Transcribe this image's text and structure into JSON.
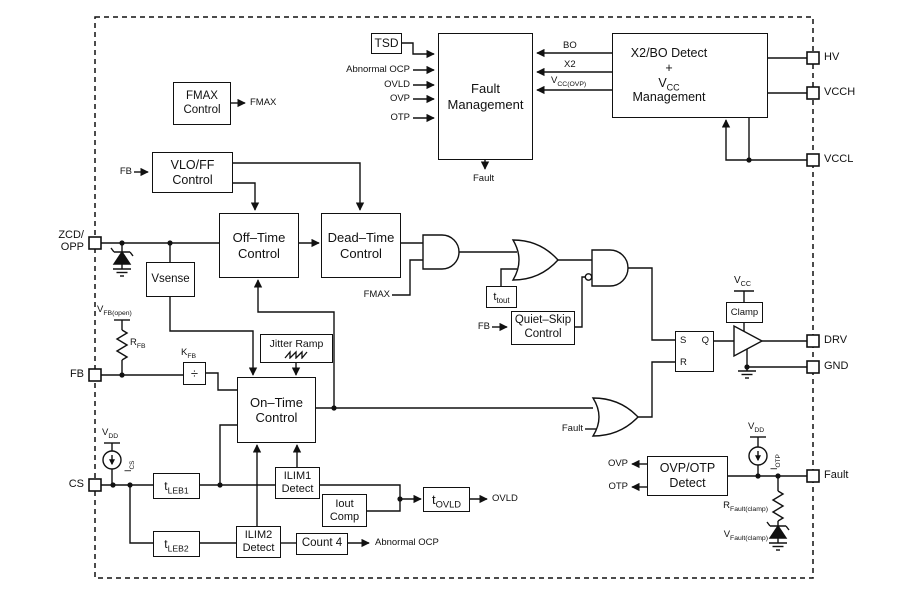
{
  "blocks": {
    "tsd": "TSD",
    "fmax_control": {
      "l1": "FMAX",
      "l2": "Control"
    },
    "fault_management": {
      "l1": "Fault",
      "l2": "Management"
    },
    "x2bo": {
      "l1": "X2/BO Detect",
      "l2": "+",
      "l3_base": "V",
      "l3_sub": "CC",
      "l4": "Management"
    },
    "vlo_ff": {
      "l1": "VLO/FF",
      "l2": "Control"
    },
    "off_time": {
      "l1": "Off–Time",
      "l2": "Control"
    },
    "dead_time": {
      "l1": "Dead–Time",
      "l2": "Control"
    },
    "vsense": "Vsense",
    "jitter_ramp": "Jitter Ramp",
    "kfb_divider": "÷",
    "on_time": {
      "l1": "On–Time",
      "l2": "Control"
    },
    "t_tout": {
      "base": "t",
      "sub": "tout"
    },
    "quiet_skip": {
      "l1": "Quiet–Skip",
      "l2": "Control"
    },
    "latch": {
      "s": "S",
      "r": "R",
      "q": "Q"
    },
    "clamp": "Clamp",
    "t_leb1": {
      "base": "t",
      "sub": "LEB1"
    },
    "t_leb2": {
      "base": "t",
      "sub": "LEB2"
    },
    "ilim1": {
      "l1": "ILIM1",
      "l2": "Detect"
    },
    "ilim2": {
      "l1": "ILIM2",
      "l2": "Detect"
    },
    "iout_comp": {
      "l1": "Iout",
      "l2": "Comp"
    },
    "count4": "Count 4",
    "t_ovld": {
      "base": "t",
      "sub": "OVLD"
    },
    "ovp_otp": {
      "l1": "OVP/OTP",
      "l2": "Detect"
    }
  },
  "pins": {
    "zcd_opp": {
      "l1": "ZCD/",
      "l2": "OPP"
    },
    "fb": "FB",
    "cs": "CS",
    "hv": "HV",
    "vcch": "VCCH",
    "vccl": "VCCL",
    "drv": "DRV",
    "gnd": "GND",
    "fault": "Fault"
  },
  "signals": {
    "fmax": "FMAX",
    "fb": "FB",
    "fault": "Fault",
    "abnormal_ocp": "Abnormal OCP",
    "ovld": "OVLD",
    "ovp": "OVP",
    "otp": "OTP",
    "bo": "BO",
    "x2": "X2",
    "vcc_ovp": {
      "base": "V",
      "sub": "CC(OVP)"
    },
    "vcc": {
      "base": "V",
      "sub": "CC"
    },
    "vdd": {
      "base": "V",
      "sub": "DD"
    },
    "vfb_open": {
      "base": "V",
      "sub": "FB(open)"
    },
    "rfb": {
      "base": "R",
      "sub": "FB"
    },
    "kfb": {
      "base": "K",
      "sub": "FB"
    },
    "ics": {
      "base": "I",
      "sub": "CS"
    },
    "iotp": {
      "base": "I",
      "sub": "OTP"
    },
    "rfault_clamp": {
      "base": "R",
      "sub": "Fault(clamp)"
    },
    "vfault_clamp": {
      "base": "V",
      "sub": "Fault(clamp)"
    }
  },
  "colors": {
    "line": "#111111",
    "background": "#ffffff"
  }
}
